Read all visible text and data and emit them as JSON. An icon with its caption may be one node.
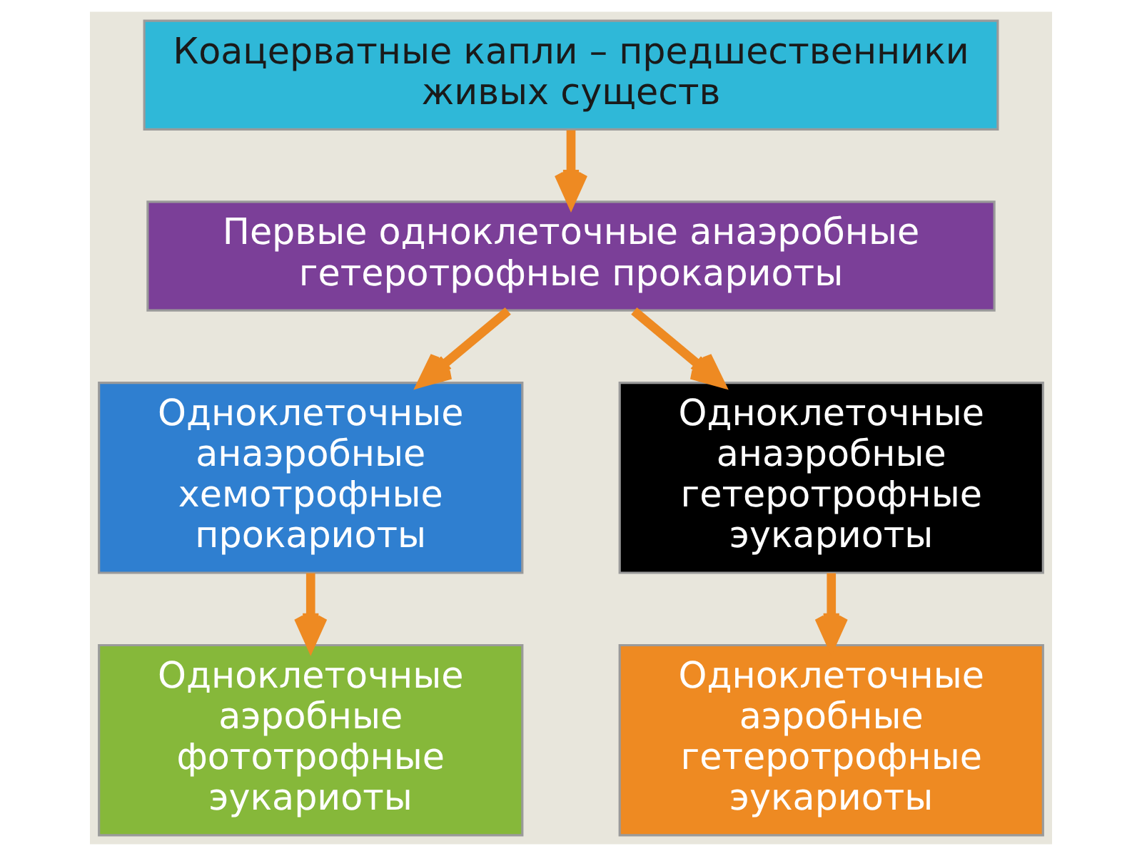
{
  "diagram": {
    "nodes": [
      {
        "text": [
          "Коацерватные капли – предшественники живых существ"
        ]
      },
      {
        "text": [
          "Первые одноклеточные анаэробные гетеротрофные прокариоты"
        ]
      },
      {
        "text": [
          "Одноклеточные анаэробные хемотрофные прокариоты"
        ]
      },
      {
        "text": [
          "Одноклеточные анаэробные гетеротрофные эукариоты"
        ]
      },
      {
        "text": [
          "Одноклеточные аэробные фототрофные эукариоты"
        ]
      },
      {
        "text": [
          "Одноклеточные аэробные гетеротрофные эукариоты"
        ]
      }
    ],
    "edges": [
      {
        "from": 0,
        "to": 1,
        "arrow": "to"
      },
      {
        "from": 1,
        "to": 2,
        "arrow": "to"
      },
      {
        "from": 1,
        "to": 3,
        "arrow": "to"
      },
      {
        "from": 2,
        "to": 4,
        "arrow": "to"
      },
      {
        "from": 3,
        "to": 5,
        "arrow": "to"
      }
    ]
  }
}
